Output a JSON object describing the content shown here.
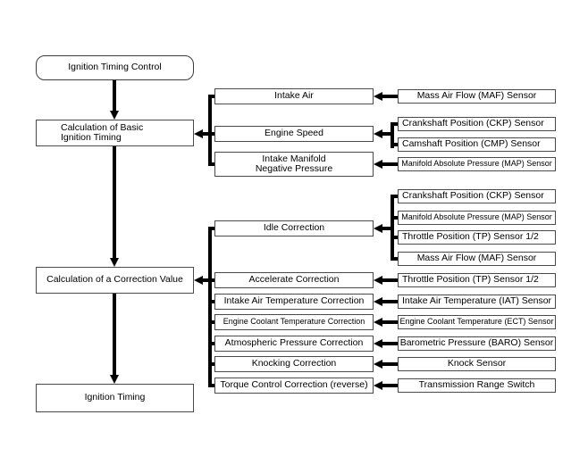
{
  "colors": {
    "background": "#ffffff",
    "line": "#000000",
    "box_border": "#4a4a4a",
    "text": "#000000"
  },
  "flow": {
    "start": "Ignition Timing Control",
    "basic_calc": "Calculation of Basic\nIgnition Timing",
    "correction_calc": "Calculation of a Correction Value",
    "result": "Ignition Timing"
  },
  "basic_inputs": [
    "Intake Air",
    "Engine Speed",
    "Intake Manifold\nNegative Pressure"
  ],
  "corrections": [
    "Idle Correction",
    "Accelerate Correction",
    "Intake Air Temperature Correction",
    "Engine Coolant Temperature Correction",
    "Atmospheric Pressure Correction",
    "Knocking Correction",
    "Torque Control Correction (reverse)"
  ],
  "sensors": [
    "Mass Air Flow (MAF) Sensor",
    "Crankshaft Position (CKP) Sensor",
    "Camshaft Position (CMP) Sensor",
    "Manifold Absolute Pressure (MAP) Sensor",
    "Crankshaft Position (CKP) Sensor",
    "Manifold Absolute Pressure (MAP) Sensor",
    "Throttle Position (TP) Sensor 1/2",
    "Mass Air Flow (MAF) Sensor",
    "Throttle Position (TP) Sensor 1/2",
    "Intake Air Temperature (IAT) Sensor",
    "Engine Coolant Temperature (ECT) Sensor",
    "Barometric Pressure (BARO) Sensor",
    "Knock Sensor",
    "Transmission Range Switch"
  ]
}
